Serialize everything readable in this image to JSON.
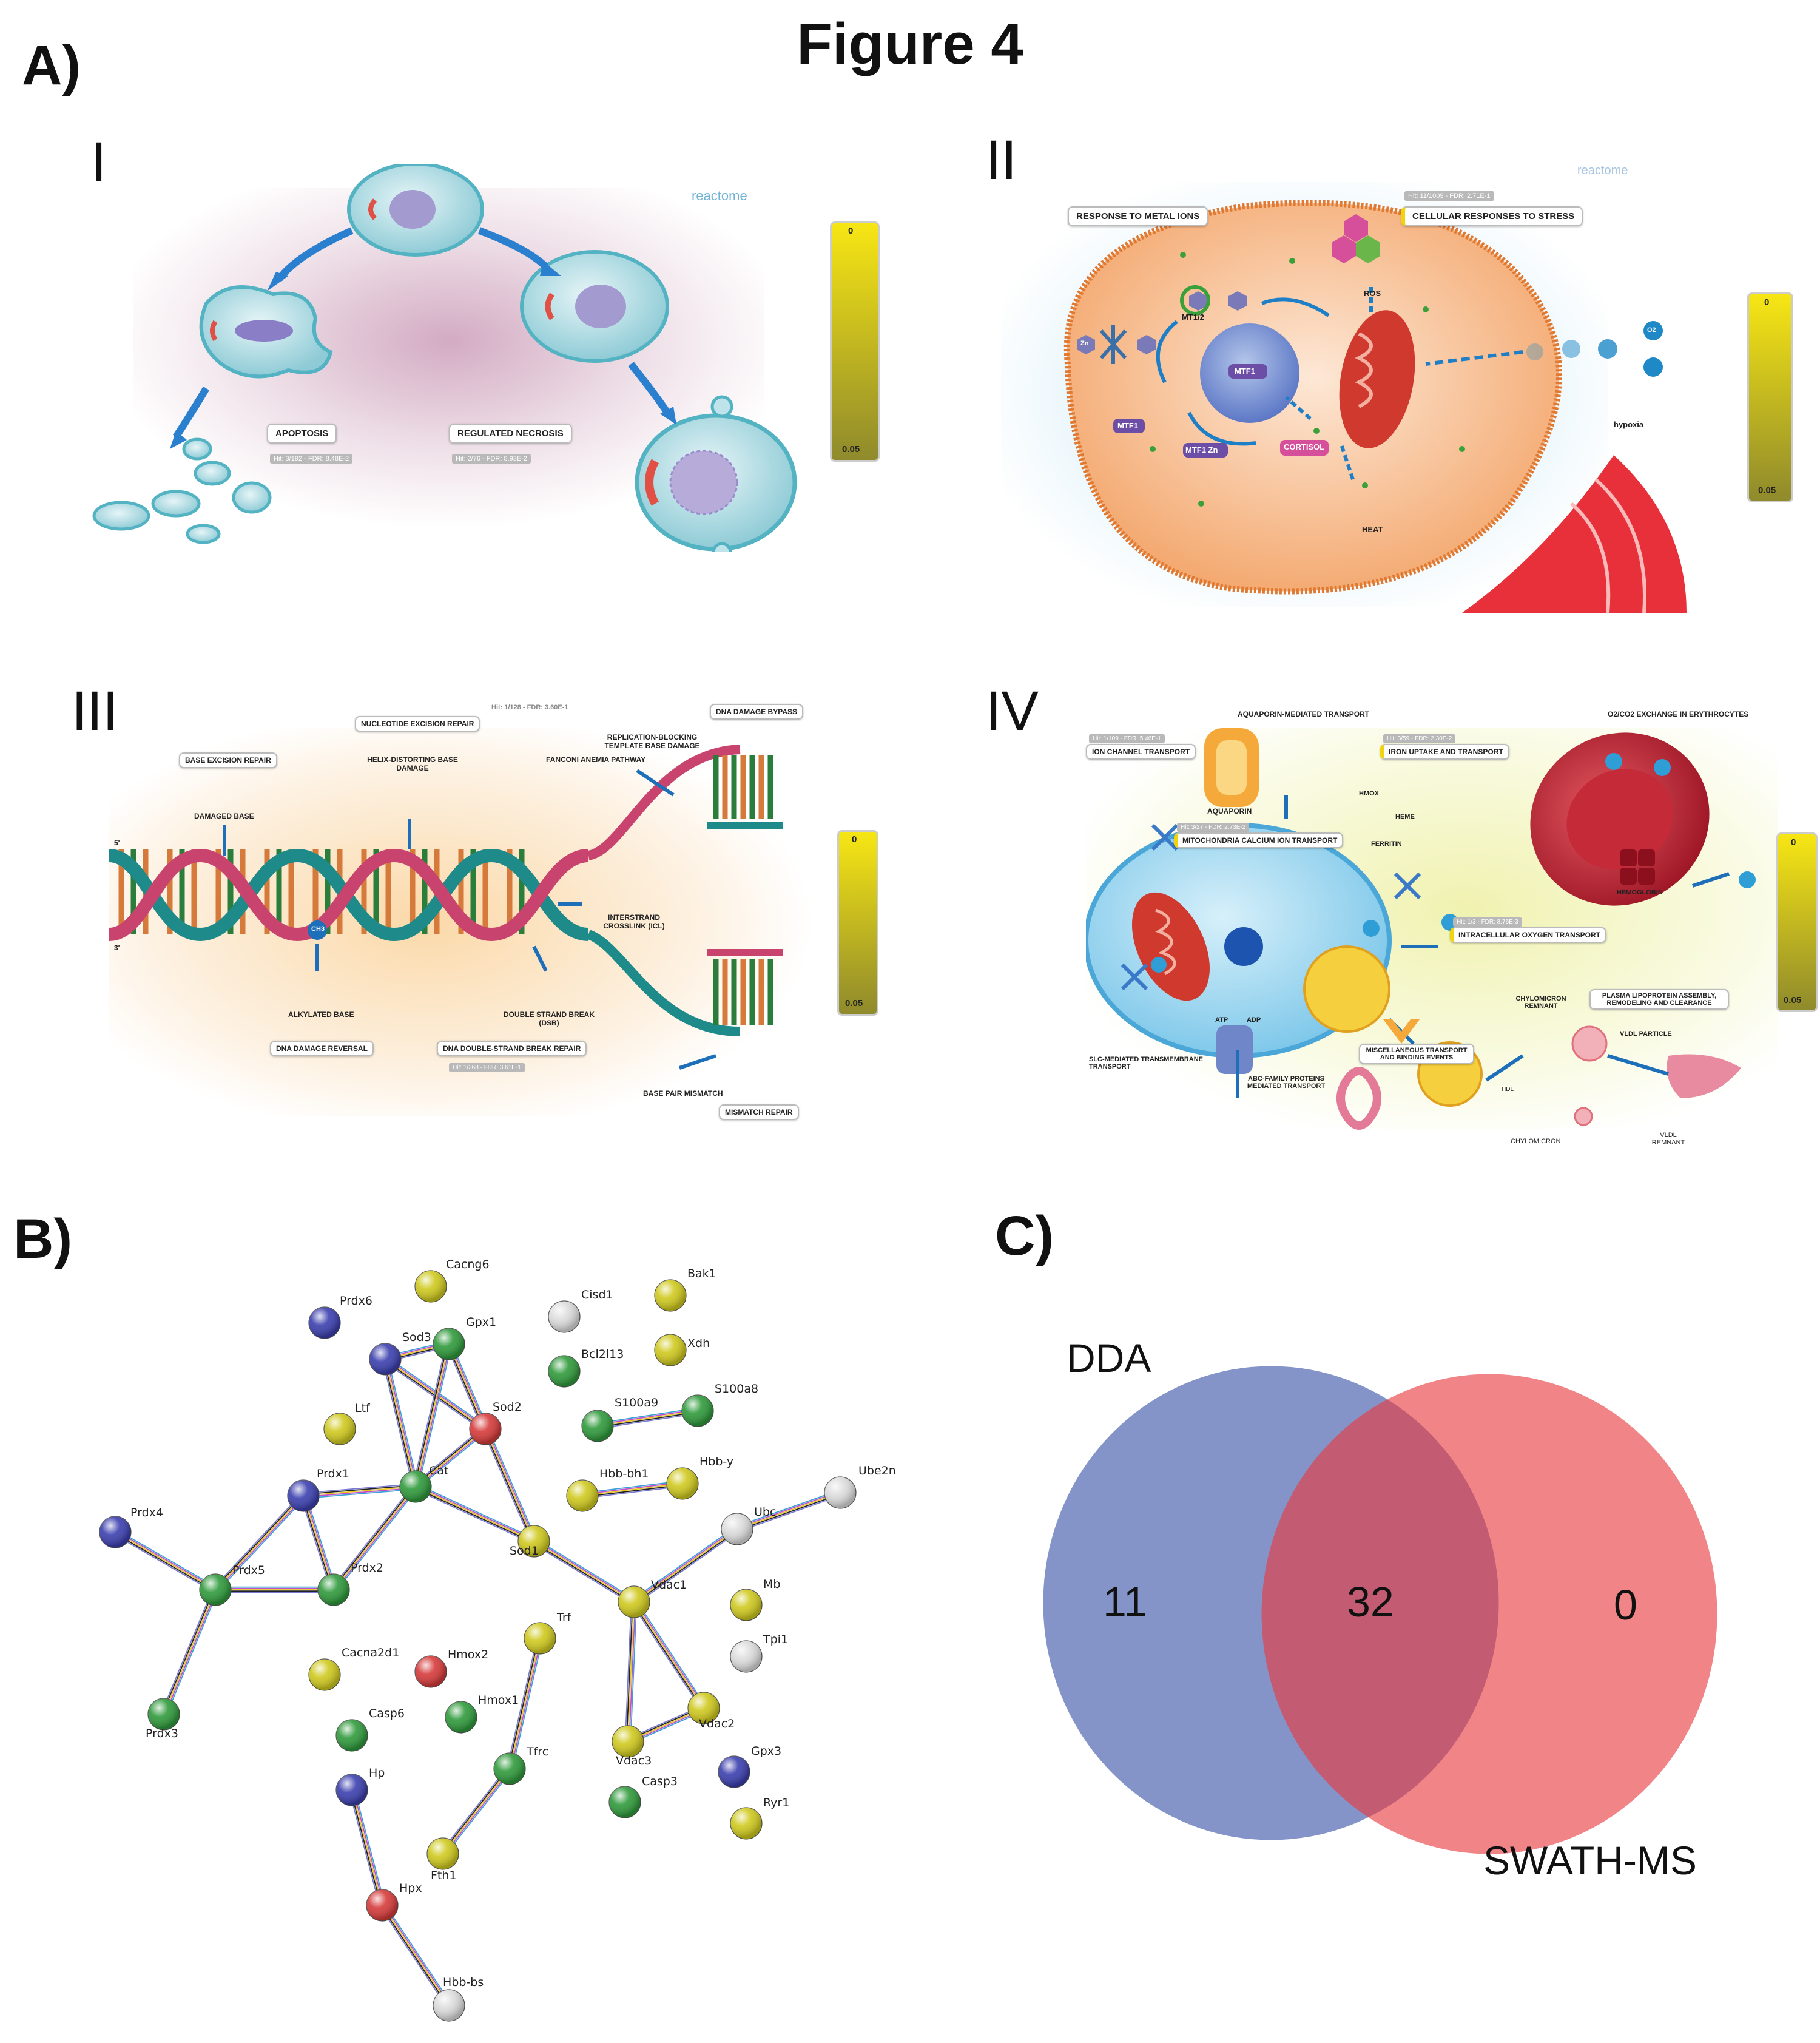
{
  "figure_title": "Figure 4",
  "panels": {
    "a": {
      "letter": "A)"
    },
    "b": {
      "letter": "B)"
    },
    "c": {
      "letter": "C)"
    }
  },
  "sub": {
    "i": {
      "numeral": "I",
      "brand": "reactome",
      "scale_top": "0",
      "scale_bottom": "0.05",
      "labels": [
        {
          "name": "APOPTOSIS",
          "stats": "Hit: 3/192 - FDR: 8.48E-2"
        },
        {
          "name": "REGULATED NECROSIS",
          "stats": "Hit: 2/76 - FDR: 8.93E-2"
        }
      ]
    },
    "ii": {
      "numeral": "II",
      "brand": "reactome",
      "scale_top": "0",
      "scale_bottom": "0.05",
      "labels": {
        "metal": "RESPONSE TO METAL IONS",
        "stress": "CELLULAR RESPONSES TO STRESS",
        "stress_stats": "Hit: 11/1009 - FDR: 2.71E-1",
        "mt": "MT1/2",
        "mtf1": "MTF1",
        "mtf1_zn": "MTF1 Zn",
        "mtf1_nuc": "MTF1",
        "cortisol": "CORTISOL",
        "ros": "ROS",
        "heat": "HEAT",
        "hypoxia": "hypoxia",
        "zn": "Zn",
        "o2": "O2"
      }
    },
    "iii": {
      "numeral": "III",
      "scale_top": "0",
      "scale_bottom": "0.05",
      "labels": {
        "ner": "NUCLEOTIDE EXCISION REPAIR",
        "ner_stats": "Hit: 1/128 - FDR: 3.60E-1",
        "helix": "HELIX-DISTORTING BASE DAMAGE",
        "ber": "BASE EXCISION REPAIR",
        "damaged": "DAMAGED BASE",
        "fanconi": "FANCONI ANEMIA PATHWAY",
        "bypass": "DNA DAMAGE BYPASS",
        "replication": "REPLICATION-BLOCKING TEMPLATE BASE DAMAGE",
        "icl": "INTERSTRAND CROSSLINK (ICL)",
        "alkylated": "ALKYLATED BASE",
        "dsb": "DOUBLE STRAND BREAK (DSB)",
        "reversal": "DNA DAMAGE REVERSAL",
        "dsbr": "DNA DOUBLE-STRAND BREAK REPAIR",
        "dsbr_stats": "Hit: 1/268 - FDR: 3.61E-1",
        "mismatch": "BASE PAIR MISMATCH",
        "mmr": "MISMATCH REPAIR",
        "ch3": "CH3",
        "five": "5'",
        "three": "3'"
      }
    },
    "iv": {
      "numeral": "IV",
      "scale_top": "0",
      "scale_bottom": "0.05",
      "labels": {
        "aquaporin_mediated": "AQUAPORIN-MEDIATED TRANSPORT",
        "ion_channel": "ION CHANNEL TRANSPORT",
        "ion_channel_stats": "Hit: 1/109 - FDR: 5.46E-1",
        "iron": "IRON UPTAKE AND TRANSPORT",
        "iron_stats": "Hit: 3/59 - FDR: 2.30E-2",
        "o2co2": "O2/CO2 EXCHANGE IN ERYTHROCYTES",
        "aquaporin": "AQUAPORIN",
        "mito_ca": "MITOCHONDRIA CALCIUM ION TRANSPORT",
        "mito_stats": "Hit: 3/27 - FDR: 2.73E-2",
        "hmox": "HMOX",
        "heme": "HEME",
        "ferritin": "FERRITIN",
        "intracellular_o2": "INTRACELLULAR OXYGEN TRANSPORT",
        "intra_stats": "Hit: 1/3 - FDR: 8.76E-3",
        "hemoglobin": "HEMOGLOBIN",
        "chylo_remnant": "CHYLOMICRON REMNANT",
        "plasma": "PLASMA LIPOPROTEIN ASSEMBLY, REMODELING AND CLEARANCE",
        "vldl": "VLDL PARTICLE",
        "slc": "SLC-MEDIATED TRANSMEMBRANE TRANSPORT",
        "abc": "ABC-FAMILY PROTEINS MEDIATED TRANSPORT",
        "misc": "MISCELLANEOUS TRANSPORT AND BINDING EVENTS",
        "chylomicron": "CHYLOMICRON",
        "vldl_remnant": "VLDL REMNANT",
        "hdl": "HDL",
        "atp": "ATP",
        "adp": "ADP"
      }
    }
  },
  "network": {
    "nodes": [
      {
        "id": "Prdx6",
        "label": "Prdx6",
        "color": "#3b3fae"
      },
      {
        "id": "Cacng6",
        "label": "Cacng6",
        "color": "#cfc91e"
      },
      {
        "id": "Cisd1",
        "label": "Cisd1",
        "color": "#dcdcdc"
      },
      {
        "id": "Bak1",
        "label": "Bak1",
        "color": "#cfc91e"
      },
      {
        "id": "Gpx1",
        "label": "Gpx1",
        "color": "#2f9a3b"
      },
      {
        "id": "Sod3",
        "label": "Sod3",
        "color": "#3b3fae"
      },
      {
        "id": "Xdh",
        "label": "Xdh",
        "color": "#cfc91e"
      },
      {
        "id": "Bcl2l13",
        "label": "Bcl2l13",
        "color": "#2f9a3b"
      },
      {
        "id": "S100a8",
        "label": "S100a8",
        "color": "#2f9a3b"
      },
      {
        "id": "Ltf",
        "label": "Ltf",
        "color": "#cfc91e"
      },
      {
        "id": "Sod2",
        "label": "Sod2",
        "color": "#d63a3a"
      },
      {
        "id": "S100a9",
        "label": "S100a9",
        "color": "#2f9a3b"
      },
      {
        "id": "Hbb-y",
        "label": "Hbb-y",
        "color": "#cfc91e"
      },
      {
        "id": "Ube2n",
        "label": "Ube2n",
        "color": "#dcdcdc"
      },
      {
        "id": "Prdx1",
        "label": "Prdx1",
        "color": "#3b3fae"
      },
      {
        "id": "Cat",
        "label": "Cat",
        "color": "#2f9a3b"
      },
      {
        "id": "Hbb-bh1",
        "label": "Hbb-bh1",
        "color": "#cfc91e"
      },
      {
        "id": "Prdx4",
        "label": "Prdx4",
        "color": "#3b3fae"
      },
      {
        "id": "Ubc",
        "label": "Ubc",
        "color": "#dcdcdc"
      },
      {
        "id": "Sod1",
        "label": "Sod1",
        "color": "#cfc91e"
      },
      {
        "id": "Prdx5",
        "label": "Prdx5",
        "color": "#2f9a3b"
      },
      {
        "id": "Prdx2",
        "label": "Prdx2",
        "color": "#2f9a3b"
      },
      {
        "id": "Vdac1",
        "label": "Vdac1",
        "color": "#cfc91e"
      },
      {
        "id": "Mb",
        "label": "Mb",
        "color": "#cfc91e"
      },
      {
        "id": "Trf",
        "label": "Trf",
        "color": "#cfc91e"
      },
      {
        "id": "Tpi1",
        "label": "Tpi1",
        "color": "#dcdcdc"
      },
      {
        "id": "Cacna2d1",
        "label": "Cacna2d1",
        "color": "#cfc91e"
      },
      {
        "id": "Hmox2",
        "label": "Hmox2",
        "color": "#d63a3a"
      },
      {
        "id": "Vdac2",
        "label": "Vdac2",
        "color": "#cfc91e"
      },
      {
        "id": "Prdx3",
        "label": "Prdx3",
        "color": "#2f9a3b"
      },
      {
        "id": "Hmox1",
        "label": "Hmox1",
        "color": "#2f9a3b"
      },
      {
        "id": "Casp6",
        "label": "Casp6",
        "color": "#2f9a3b"
      },
      {
        "id": "Vdac3",
        "label": "Vdac3",
        "color": "#cfc91e"
      },
      {
        "id": "Gpx3",
        "label": "Gpx3",
        "color": "#3b3fae"
      },
      {
        "id": "Tfrc",
        "label": "Tfrc",
        "color": "#2f9a3b"
      },
      {
        "id": "Hp",
        "label": "Hp",
        "color": "#3b3fae"
      },
      {
        "id": "Casp3",
        "label": "Casp3",
        "color": "#2f9a3b"
      },
      {
        "id": "Ryr1",
        "label": "Ryr1",
        "color": "#cfc91e"
      },
      {
        "id": "Fth1",
        "label": "Fth1",
        "color": "#cfc91e"
      },
      {
        "id": "Hpx",
        "label": "Hpx",
        "color": "#d63a3a"
      },
      {
        "id": "Hbb-bs",
        "label": "Hbb-bs",
        "color": "#dcdcdc"
      }
    ],
    "edges": [
      [
        "Sod3",
        "Gpx1"
      ],
      [
        "Sod3",
        "Sod2"
      ],
      [
        "Sod3",
        "Cat"
      ],
      [
        "Gpx1",
        "Cat"
      ],
      [
        "Gpx1",
        "Sod2"
      ],
      [
        "Sod2",
        "Cat"
      ],
      [
        "Sod2",
        "Sod1"
      ],
      [
        "Cat",
        "Sod1"
      ],
      [
        "Cat",
        "Prdx1"
      ],
      [
        "Cat",
        "Prdx2"
      ],
      [
        "Prdx1",
        "Prdx5"
      ],
      [
        "Prdx1",
        "Prdx2"
      ],
      [
        "Prdx5",
        "Prdx2"
      ],
      [
        "Prdx4",
        "Prdx5"
      ],
      [
        "Prdx5",
        "Prdx3"
      ],
      [
        "Sod1",
        "Vdac1"
      ],
      [
        "Vdac1",
        "Ubc"
      ],
      [
        "Ubc",
        "Ube2n"
      ],
      [
        "Vdac1",
        "Vdac2"
      ],
      [
        "Vdac1",
        "Vdac3"
      ],
      [
        "Vdac2",
        "Vdac3"
      ],
      [
        "S100a9",
        "S100a8"
      ],
      [
        "Hbb-bh1",
        "Hbb-y"
      ],
      [
        "Trf",
        "Tfrc"
      ],
      [
        "Tfrc",
        "Fth1"
      ],
      [
        "Hp",
        "Hpx"
      ],
      [
        "Hpx",
        "Hbb-bs"
      ]
    ]
  },
  "venn": {
    "sets": [
      {
        "name": "DDA",
        "color": "#3953a8"
      },
      {
        "name": "SWATH-MS",
        "color": "#ea3a3f"
      }
    ],
    "counts": {
      "only_a": "11",
      "both": "32",
      "only_b": "0"
    }
  }
}
